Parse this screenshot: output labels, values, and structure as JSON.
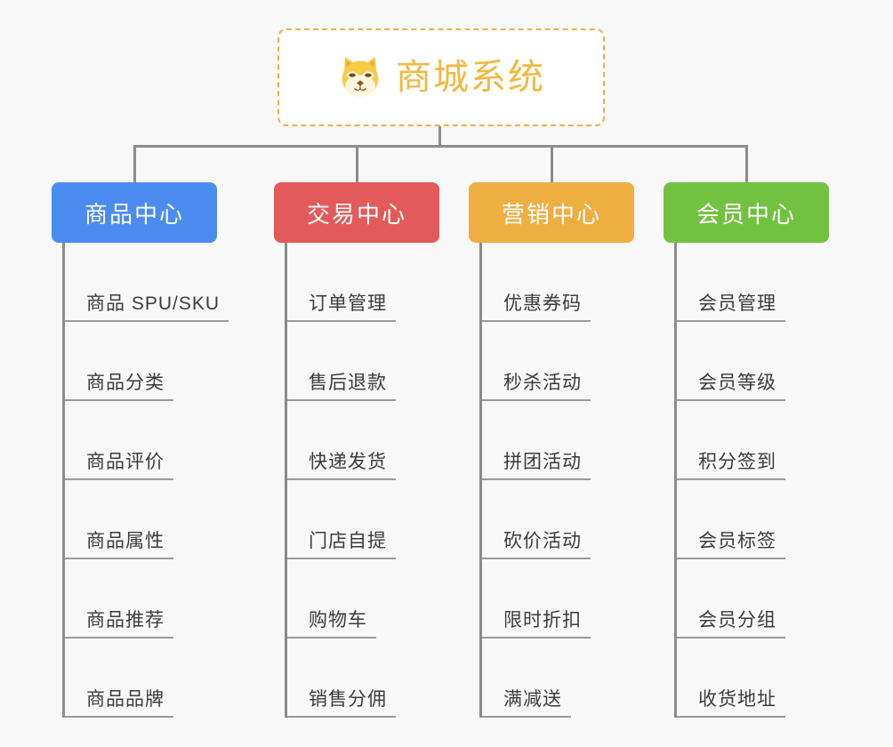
{
  "page": {
    "background_color": "#f8f8f8",
    "type": "mindmap-tree"
  },
  "root": {
    "title": "商城系统",
    "icon": "shiba-dog-face-icon",
    "text_color": "#f0b840",
    "border_color": "#f0ad4e",
    "background_color": "#ffffff"
  },
  "connector_color": "#8c8c8c",
  "columns": [
    {
      "label": "商品中心",
      "color": "#4a8cf0",
      "items": [
        "商品 SPU/SKU",
        "商品分类",
        "商品评价",
        "商品属性",
        "商品推荐",
        "商品品牌"
      ]
    },
    {
      "label": "交易中心",
      "color": "#e35a5a",
      "items": [
        "订单管理",
        "售后退款",
        "快递发货",
        "门店自提",
        "购物车",
        "销售分佣"
      ]
    },
    {
      "label": "营销中心",
      "color": "#eeae42",
      "items": [
        "优惠券码",
        "秒杀活动",
        "拼团活动",
        "砍价活动",
        "限时折扣",
        "满减送"
      ]
    },
    {
      "label": "会员中心",
      "color": "#73c141",
      "items": [
        "会员管理",
        "会员等级",
        "积分签到",
        "会员标签",
        "会员分组",
        "收货地址"
      ]
    }
  ]
}
